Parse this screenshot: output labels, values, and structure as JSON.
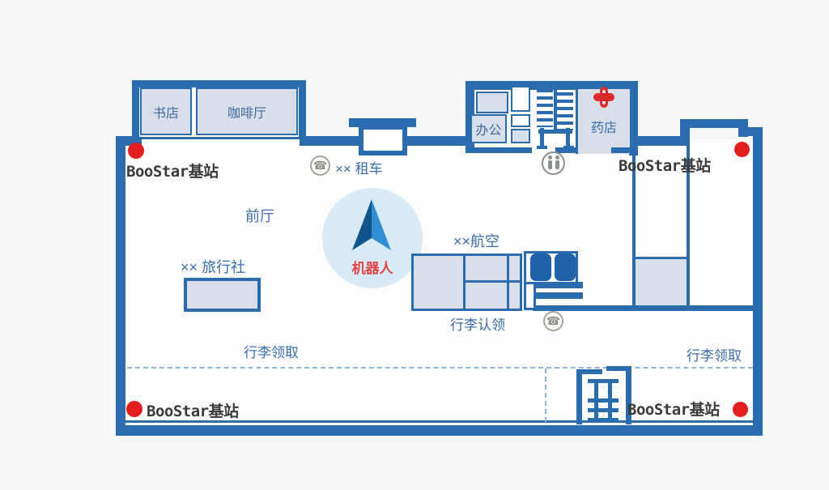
{
  "colors": {
    "wall": "#2a6cad",
    "room_fill": "#d9dfe9",
    "label_blue": "#3d6da8",
    "station_dot": "#e21f1f",
    "robot_label": "#e04343",
    "robot_circle": "#d9eaf7",
    "background": "#f6f7f8",
    "dashed_line": "#8fb6da",
    "medical_cross": "#d92b2b"
  },
  "rooms": {
    "bookstore": "书店",
    "cafe": "咖啡厅",
    "office": "办公",
    "pharmacy": "药店"
  },
  "labels": {
    "car_rental": "×× 租车",
    "front_hall": "前厅",
    "travel_agency": "×× 旅行社",
    "airline": "××航空",
    "baggage_claim": "行李认领",
    "baggage_pickup_left": "行李领取",
    "baggage_pickup_right": "行李领取",
    "robot": "机器人"
  },
  "base_stations": [
    {
      "position": "top-left",
      "label": "BooStar基站"
    },
    {
      "position": "top-right",
      "label": "BooStar基站"
    },
    {
      "position": "bottom-left",
      "label": "BooStar基站"
    },
    {
      "position": "bottom-right",
      "label": "BooStar基站"
    }
  ],
  "icons": {
    "phone": "☎"
  }
}
